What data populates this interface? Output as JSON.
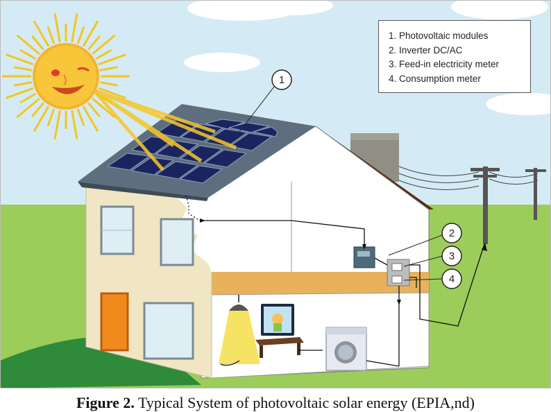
{
  "legend": {
    "items": [
      "1. Photovoltaic modules",
      "2. Inverter DC/AC",
      "3. Feed-in electricity meter",
      "4. Consumption meter"
    ]
  },
  "callouts": {
    "one": "1",
    "two": "2",
    "three": "3",
    "four": "4"
  },
  "caption": {
    "label": "Figure 2.",
    "text": " Typical System of photovoltaic solar energy (EPIA,nd)"
  },
  "colors": {
    "sky": "#d4ebf5",
    "grass": "#9ccc5a",
    "sun": "#f6d33c",
    "roof": "#5e6e7e",
    "panel": "#1a2560",
    "house_wall": "#f0e6c4",
    "door": "#f08a1c"
  }
}
